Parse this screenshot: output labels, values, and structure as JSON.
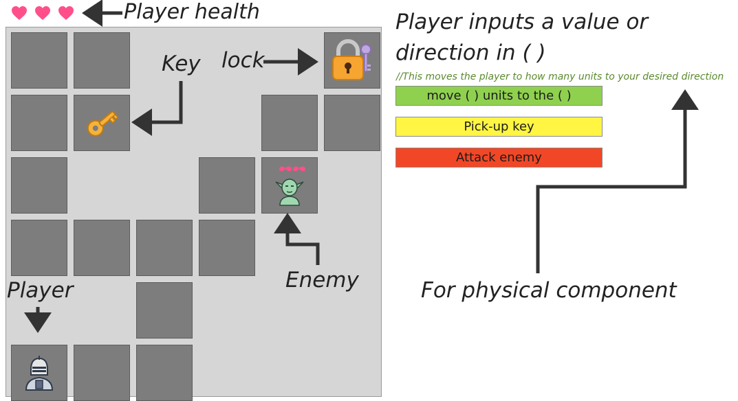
{
  "hud": {
    "hearts": 3,
    "heart_color": "#ff4f8a",
    "health_label": "Player health"
  },
  "labels": {
    "key": "Key",
    "lock": "lock",
    "enemy": "Enemy",
    "player": "Player",
    "physical": "For physical component"
  },
  "instructions": {
    "title_line1": "Player inputs a value or",
    "title_line2": "direction in ( )",
    "comment": "//This moves the player to how many units to your desired direction",
    "comment_color": "#5a8a2e"
  },
  "commands": [
    {
      "label": "move ( ) units to the ( )",
      "color": "#8fd14f"
    },
    {
      "label": "Pick-up key",
      "color": "#fff542"
    },
    {
      "label": "Attack enemy",
      "color": "#f24726"
    }
  ],
  "board": {
    "grid_cols": 6,
    "grid_rows": 6,
    "tile_color": "#7d7d7d",
    "floor_color": "#d6d6d6",
    "tiles": [
      [
        0,
        0
      ],
      [
        1,
        0
      ],
      [
        5,
        0
      ],
      [
        0,
        1
      ],
      [
        1,
        1
      ],
      [
        4,
        1
      ],
      [
        5,
        1
      ],
      [
        0,
        2
      ],
      [
        3,
        2
      ],
      [
        4,
        2
      ],
      [
        0,
        3
      ],
      [
        1,
        3
      ],
      [
        2,
        3
      ],
      [
        3,
        3
      ],
      [
        2,
        4
      ],
      [
        0,
        5
      ],
      [
        1,
        5
      ],
      [
        2,
        5
      ]
    ],
    "entities": [
      {
        "type": "key",
        "col": 1,
        "row": 1,
        "icon": "key-icon"
      },
      {
        "type": "lock",
        "col": 5,
        "row": 0,
        "icon": "padlock-icon"
      },
      {
        "type": "enemy",
        "col": 4,
        "row": 2,
        "icon": "goblin-icon"
      },
      {
        "type": "player",
        "col": 0,
        "row": 5,
        "icon": "knight-icon"
      }
    ]
  }
}
